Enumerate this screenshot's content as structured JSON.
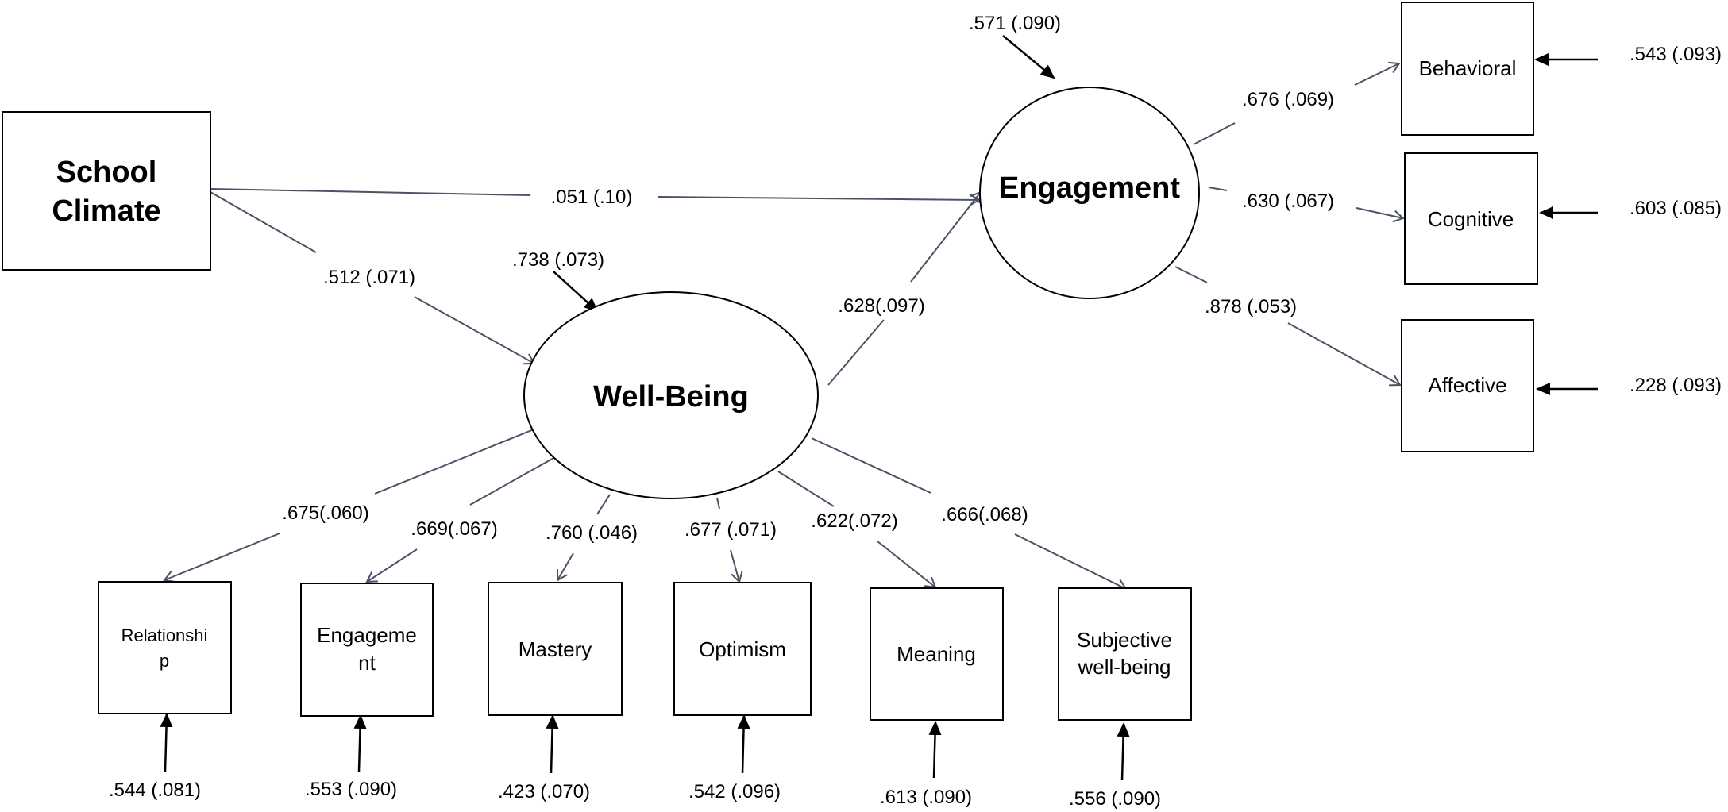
{
  "latent": {
    "school_climate": [
      "School",
      "Climate"
    ],
    "well_being": "Well-Being",
    "engagement": "Engagement"
  },
  "structural_paths": {
    "climate_to_engagement": ".051 (.10)",
    "climate_to_wellbeing": ".512 (.071)",
    "wellbeing_to_engagement": ".628(.097)"
  },
  "disturbances": {
    "well_being": ".738 (.073)",
    "engagement": ".571 (.090)"
  },
  "engagement_indicators": [
    {
      "label": "Behavioral",
      "loading": ".676 (.069)",
      "error": ".543 (.093)"
    },
    {
      "label": "Cognitive",
      "loading": ".630 (.067)",
      "error": ".603 (.085)"
    },
    {
      "label": "Affective",
      "loading": ".878 (.053)",
      "error": ".228 (.093)"
    }
  ],
  "wellbeing_indicators": [
    {
      "label": [
        "Relationshi",
        "p"
      ],
      "loading": ".675(.060)",
      "error": ".544 (.081)"
    },
    {
      "label": [
        "Engageme",
        "nt"
      ],
      "loading": ".669(.067)",
      "error": ".553 (.090)"
    },
    {
      "label": [
        "Mastery"
      ],
      "loading": ".760 (.046)",
      "error": ".423 (.070)"
    },
    {
      "label": [
        "Optimism"
      ],
      "loading": ".677 (.071)",
      "error": ".542 (.096)"
    },
    {
      "label": [
        "Meaning"
      ],
      "loading": ".622(.072)",
      "error": ".613 (.090)"
    },
    {
      "label": [
        "Subjective",
        "well-being"
      ],
      "loading": ".666(.068)",
      "error": ".556 (.090)"
    }
  ],
  "colors": {
    "path_line": "#4a5266",
    "error_arrow": "#000000"
  }
}
